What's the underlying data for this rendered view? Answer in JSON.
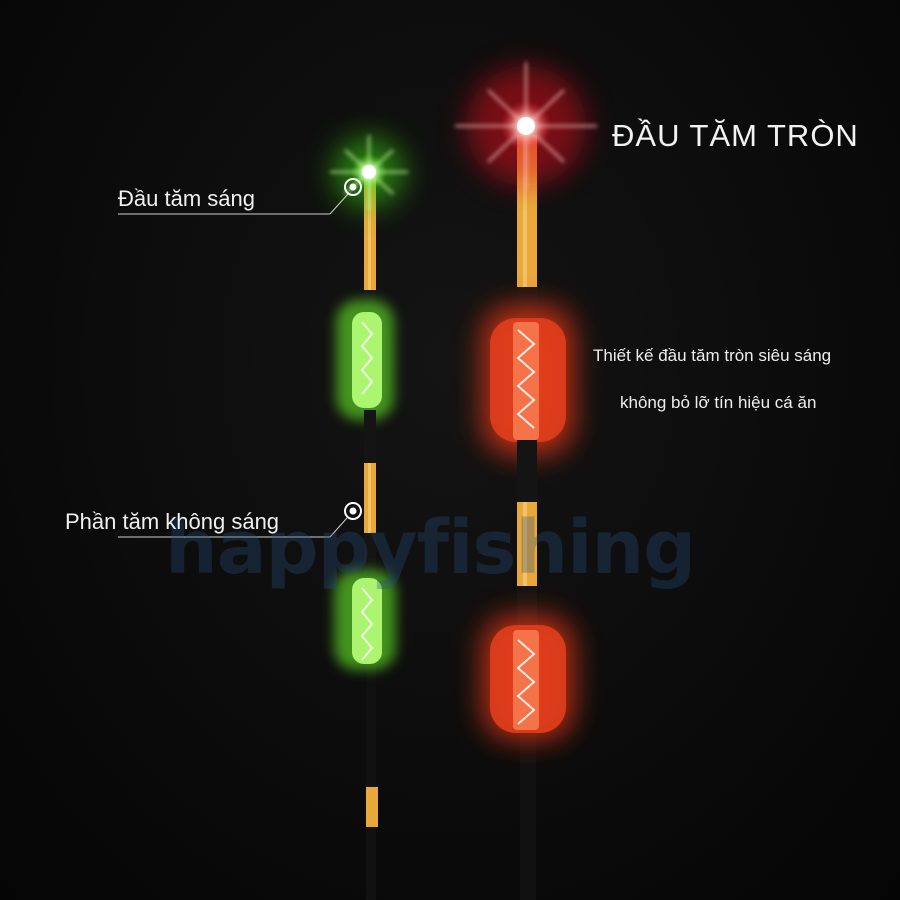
{
  "watermark": "happyfishing",
  "title": "ĐẦU TĂM TRÒN",
  "description": {
    "line1": "Thiết kế đầu tăm tròn siêu sáng",
    "line2": "không bỏ lỡ tín hiệu cá ăn"
  },
  "callouts": {
    "glowing_tip": "Đầu tăm sáng",
    "non_glowing_part": "Phần tăm không sáng"
  },
  "colors": {
    "background": "#0b0b0b",
    "green_glow": "#7dff3c",
    "red_glow": "#ff3a14",
    "orange_band": "#e8a93a",
    "text": "#f0f0f0"
  }
}
